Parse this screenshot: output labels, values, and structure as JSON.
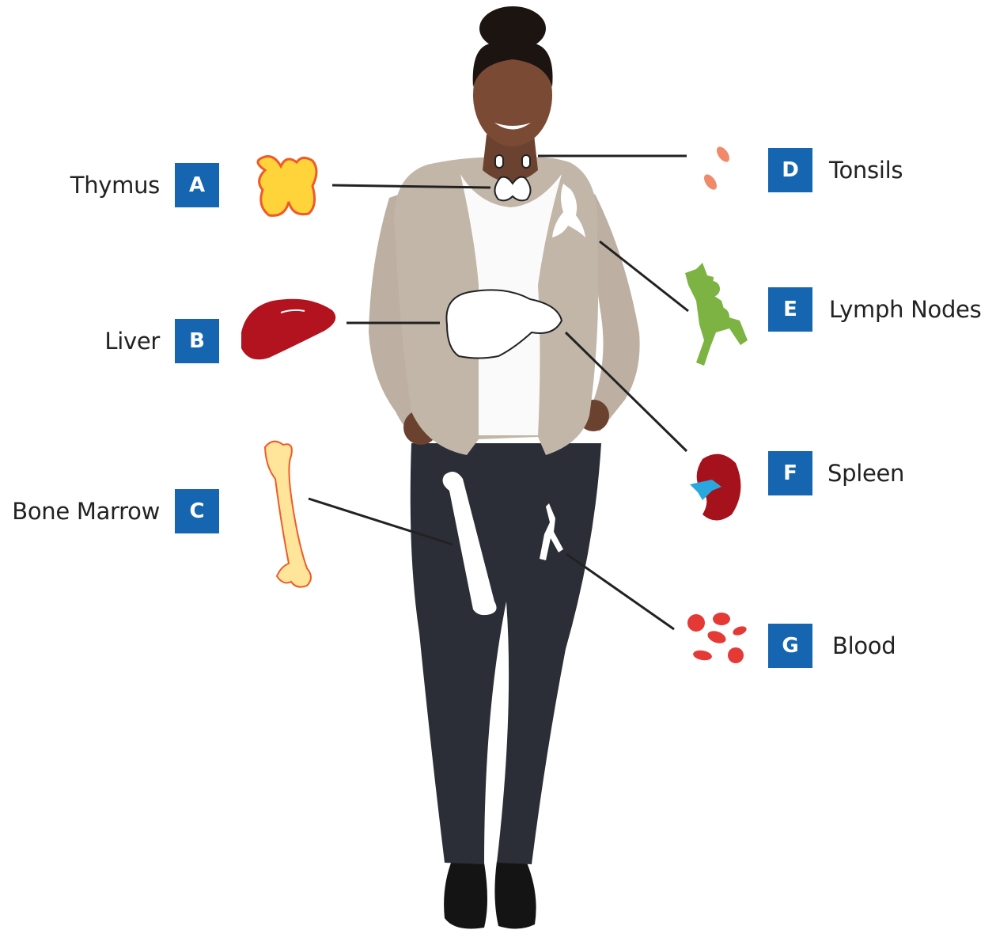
{
  "organs": [
    {
      "letter": "A",
      "name": "Thymus"
    },
    {
      "letter": "B",
      "name": "Liver"
    },
    {
      "letter": "C",
      "name": "Bone Marrow"
    },
    {
      "letter": "D",
      "name": "Tonsils"
    },
    {
      "letter": "E",
      "name": "Lymph Nodes"
    },
    {
      "letter": "F",
      "name": "Spleen"
    },
    {
      "letter": "G",
      "name": "Blood"
    }
  ],
  "colors": {
    "badge": "#1565b0",
    "thymus": "#ffd43b",
    "liver": "#b3121f",
    "bone": "#ffe59a",
    "tonsils": "#f08a6b",
    "lymph": "#7cb342",
    "spleen": "#a5121c",
    "blood": "#e53935",
    "connector": "#222222"
  }
}
